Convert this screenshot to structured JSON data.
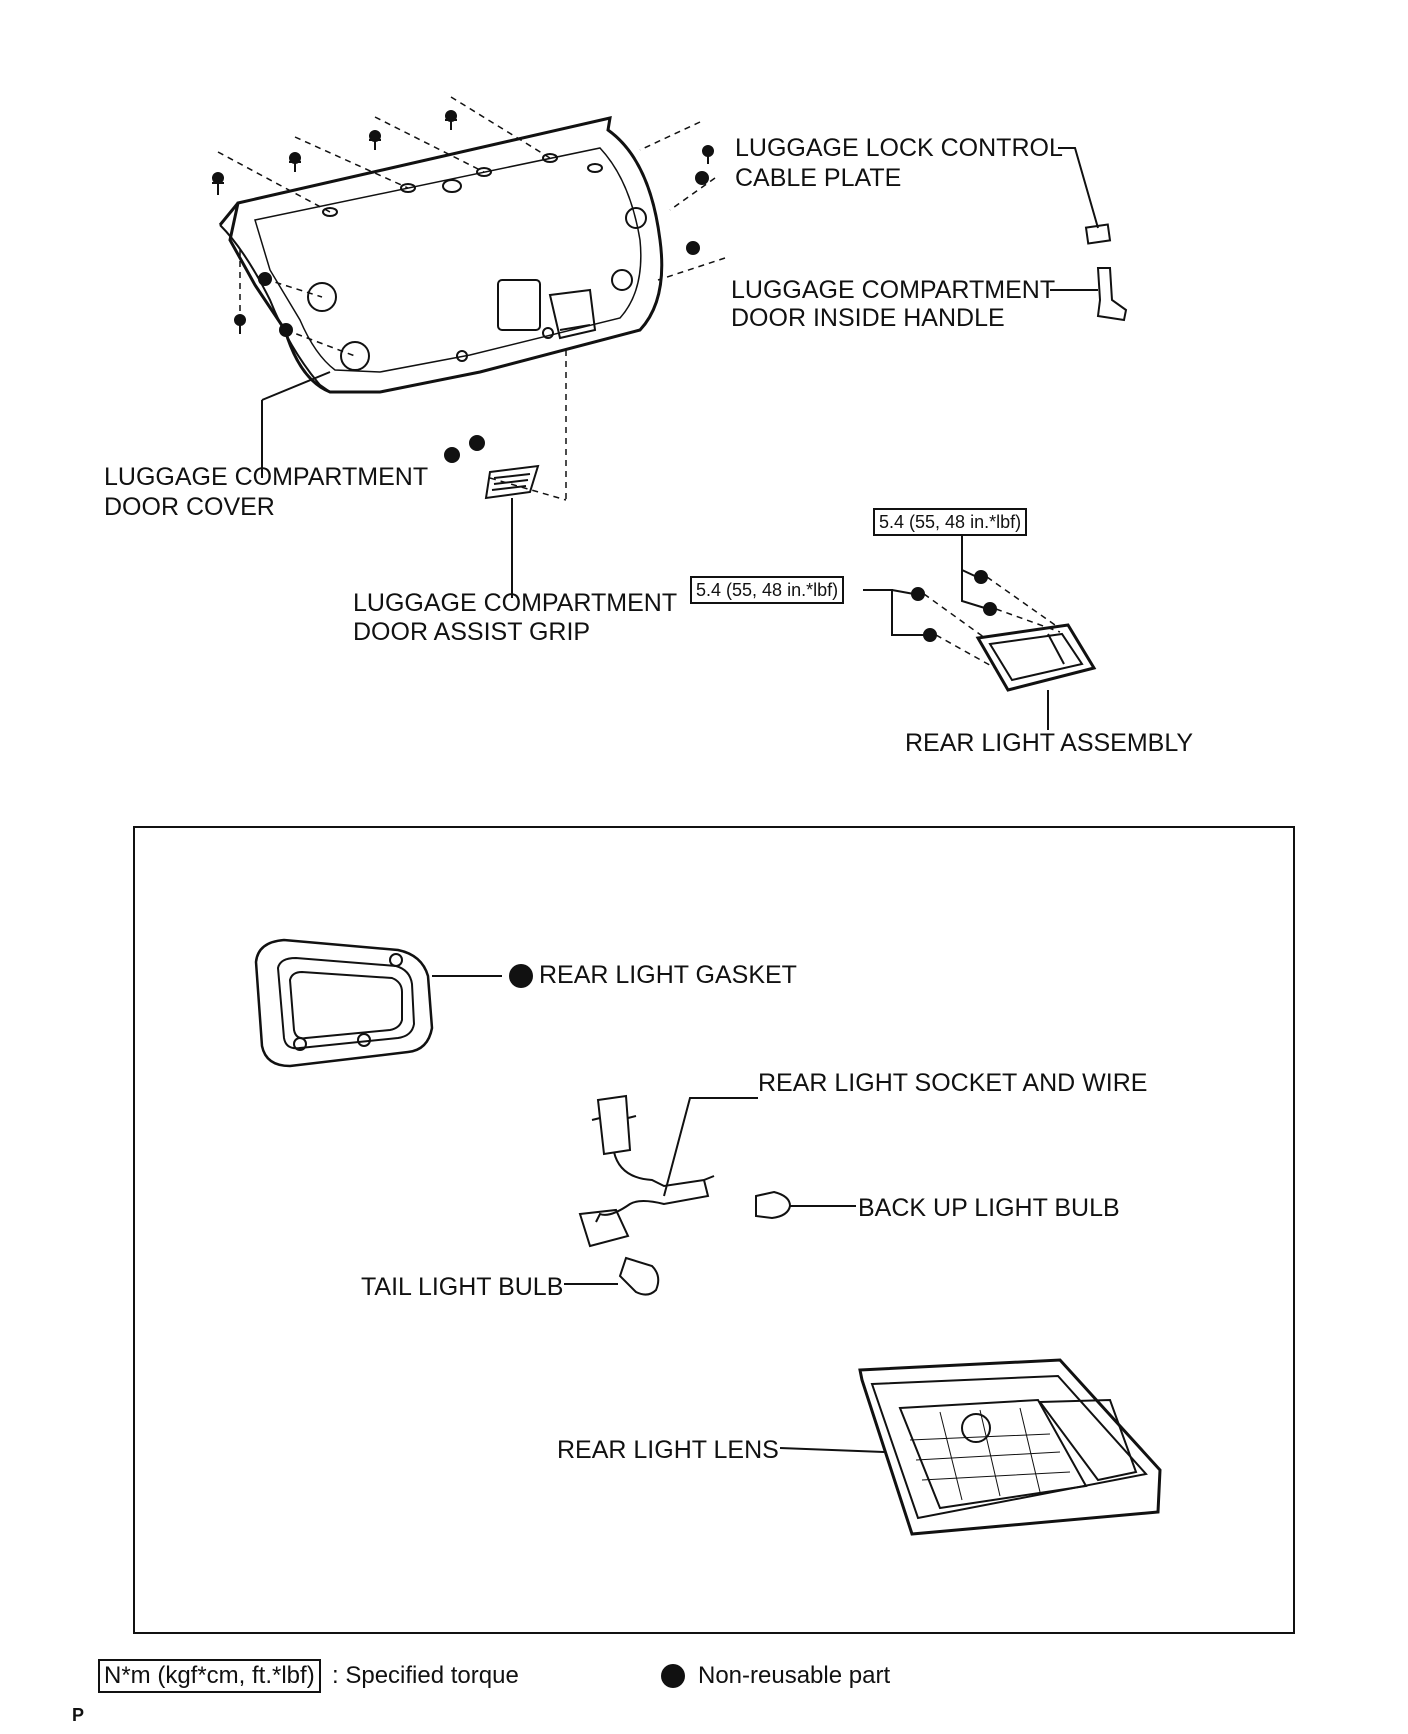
{
  "upper_labels": {
    "lock_control_plate_line1": "LUGGAGE LOCK CONTROL",
    "lock_control_plate_line2": "CABLE PLATE",
    "inside_handle_line1": "LUGGAGE COMPARTMENT",
    "inside_handle_line2": "DOOR INSIDE HANDLE",
    "door_cover_line1": "LUGGAGE COMPARTMENT",
    "door_cover_line2": "DOOR COVER",
    "assist_grip_line1": "LUGGAGE COMPARTMENT",
    "assist_grip_line2": "DOOR ASSIST GRIP",
    "rear_light_assembly": "REAR LIGHT ASSEMBLY"
  },
  "torque_specs": {
    "upper": "5.4 (55, 48 in.*lbf)",
    "lower": "5.4 (55, 48 in.*lbf)"
  },
  "detail_labels": {
    "gasket": "REAR LIGHT GASKET",
    "socket_wire": "REAR LIGHT SOCKET AND WIRE",
    "backup_bulb": "BACK UP LIGHT BULB",
    "tail_bulb": "TAIL LIGHT BULB",
    "lens": "REAR LIGHT LENS"
  },
  "legend": {
    "torque_unit": "N*m (kgf*cm, ft.*lbf)",
    "torque_text": ": Specified torque",
    "nonreusable_text": "Non-reusable part"
  },
  "footer": {
    "page_mark": "P"
  }
}
